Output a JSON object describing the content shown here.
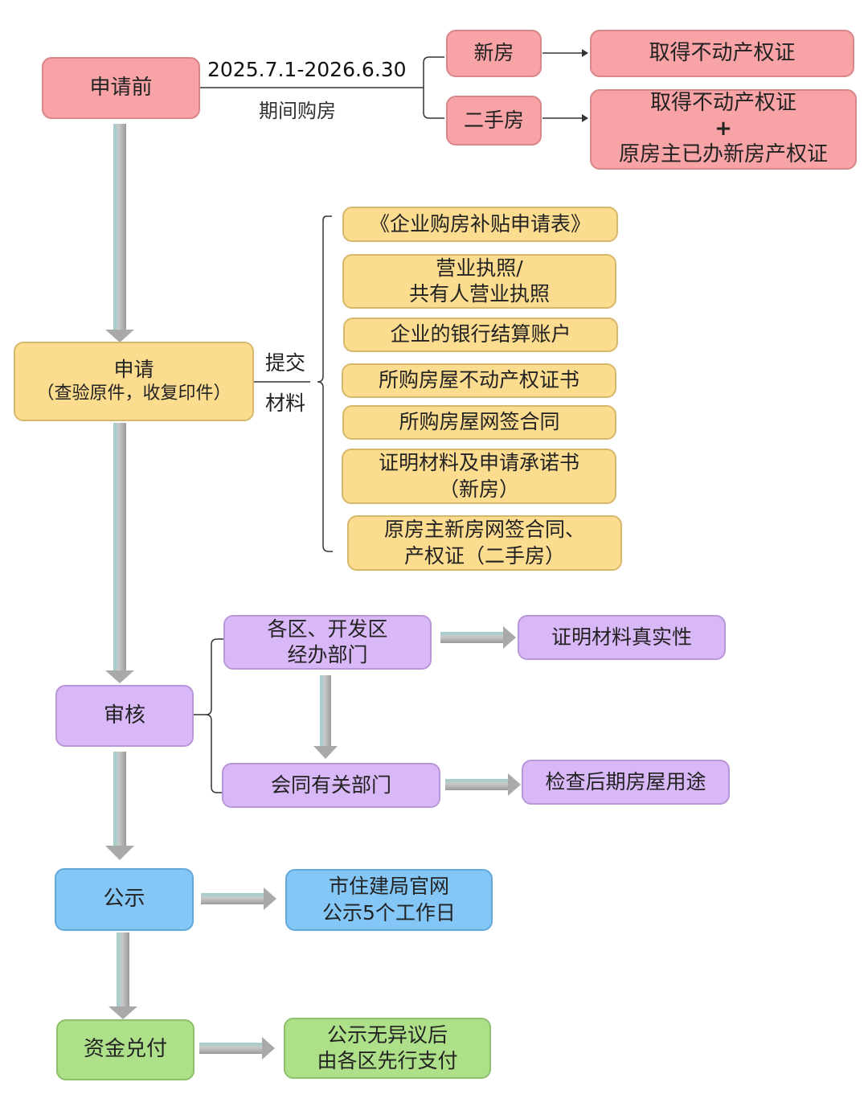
{
  "steps": {
    "before": "申请前",
    "apply_line1": "申请",
    "apply_line2": "（查验原件，收复印件）",
    "review": "审核",
    "publicize": "公示",
    "payment": "资金兑付"
  },
  "period": {
    "dates": "2025.7.1-2026.6.30",
    "note": "期间购房"
  },
  "house_types": {
    "new": "新房",
    "second": "二手房"
  },
  "results": {
    "new_result": "取得不动产权证",
    "second_result_line1": "取得不动产权证",
    "second_result_plus": "+",
    "second_result_line2": "原房主已办新房产权证"
  },
  "submit_label": {
    "line1": "提交",
    "line2": "材料"
  },
  "materials": {
    "m1": "《企业购房补贴申请表》",
    "m2_line1": "营业执照/",
    "m2_line2": "共有人营业执照",
    "m3": "企业的银行结算账户",
    "m4": "所购房屋不动产权证书",
    "m5": "所购房屋网签合同",
    "m6_line1": "证明材料及申请承诺书",
    "m6_line2": "（新房）",
    "m7_line1": "原房主新房网签合同、",
    "m7_line2": "产权证（二手房）"
  },
  "review": {
    "dept_line1": "各区、开发区",
    "dept_line2": "经办部门",
    "dept_result": "证明材料真实性",
    "joint": "会同有关部门",
    "joint_result": "检查后期房屋用途"
  },
  "publicize": {
    "line1": "市住建局官网",
    "line2": "公示5个工作日"
  },
  "payment": {
    "line1": "公示无异议后",
    "line2": "由各区先行支付"
  }
}
